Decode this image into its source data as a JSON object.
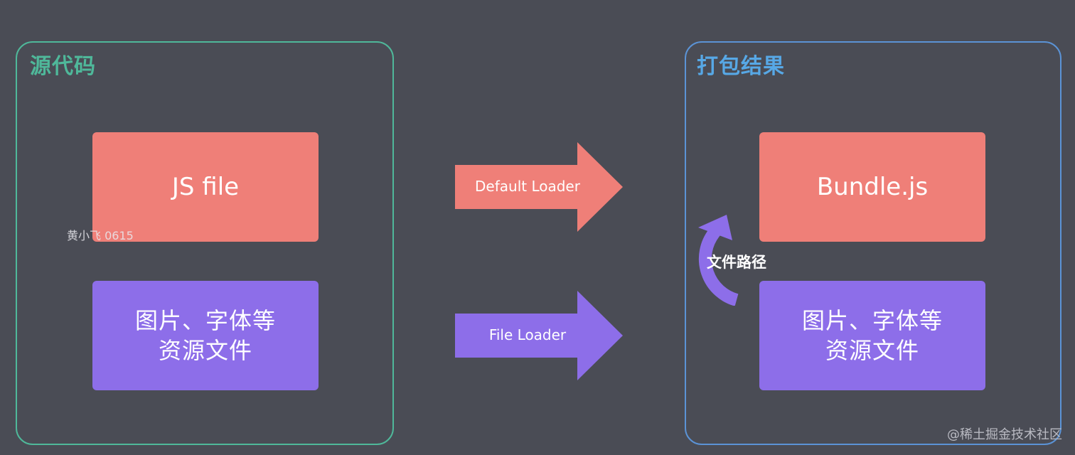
{
  "source_panel": {
    "title": "源代码",
    "js_file_label": "JS file",
    "assets_line1": "图片、字体等",
    "assets_line2": "资源文件"
  },
  "output_panel": {
    "title": "打包结果",
    "bundle_label": "Bundle.js",
    "assets_line1": "图片、字体等",
    "assets_line2": "资源文件"
  },
  "connectors": {
    "default_loader": "Default Loader",
    "file_loader": "File Loader",
    "file_path": "文件路径"
  },
  "watermark": "黄小飞 0615",
  "credit": "@稀土掘金技术社区",
  "colors": {
    "background": "#4a4c55",
    "source_border": "#4fb89a",
    "output_border": "#5b93d6",
    "red_box": "#ef7f78",
    "purple_box": "#8d6ee9"
  }
}
